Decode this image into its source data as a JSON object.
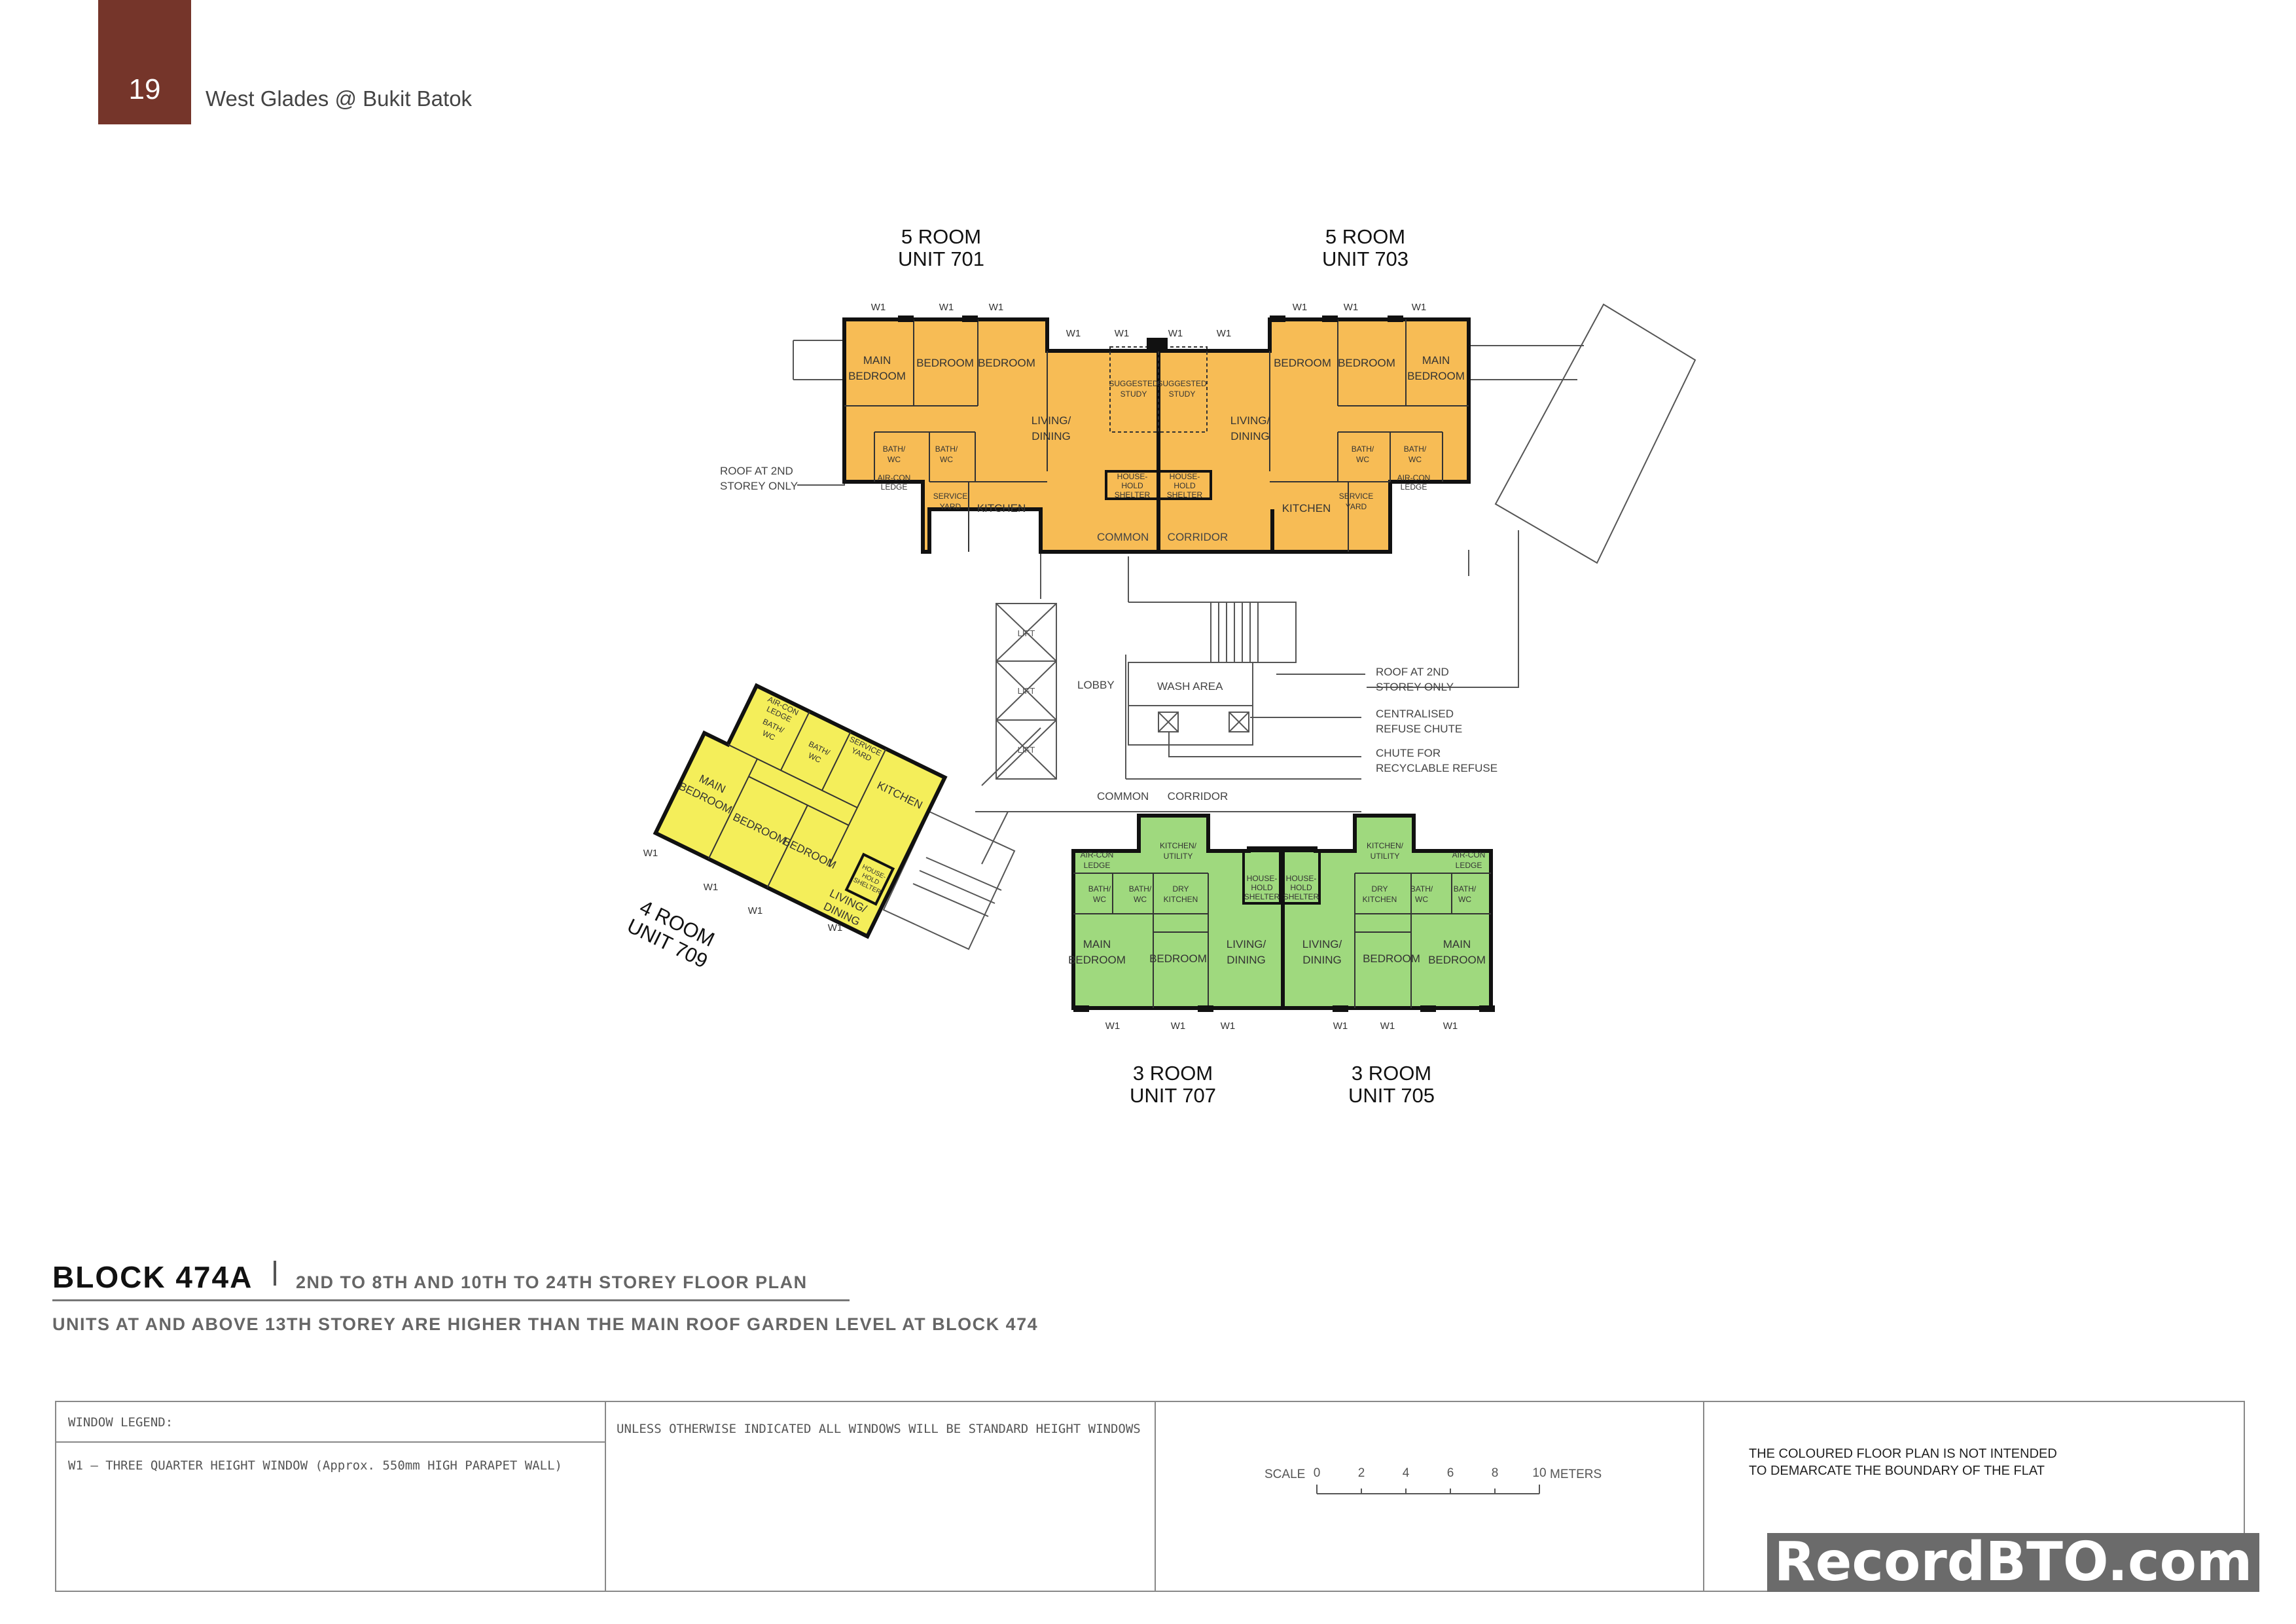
{
  "header": {
    "page_number": "19",
    "project_title": "West Glades @ Bukit Batok"
  },
  "units": {
    "u701": {
      "type": "5 ROOM",
      "unit": "UNIT 701"
    },
    "u703": {
      "type": "5 ROOM",
      "unit": "UNIT 703"
    },
    "u709": {
      "type": "4 ROOM",
      "unit": "UNIT 709"
    },
    "u707": {
      "type": "3 ROOM",
      "unit": "UNIT 707"
    },
    "u705": {
      "type": "3 ROOM",
      "unit": "UNIT 705"
    }
  },
  "rooms": {
    "main_bedroom": [
      "MAIN",
      "BEDROOM"
    ],
    "bedroom": "BEDROOM",
    "bath_wc": [
      "BATH/",
      "WC"
    ],
    "living_dining": [
      "LIVING/",
      "DINING"
    ],
    "kitchen": "KITCHEN",
    "service_yard": [
      "SERVICE",
      "YARD"
    ],
    "aircon_ledge": [
      "AIR-CON",
      "LEDGE"
    ],
    "suggested_study": [
      "SUGGESTED",
      "STUDY"
    ],
    "household_shelter": [
      "HOUSE-",
      "HOLD",
      "SHELTER"
    ],
    "kitchen_utility": [
      "KITCHEN/",
      "UTILITY"
    ],
    "dry_kitchen": [
      "DRY",
      "KITCHEN"
    ],
    "window_tag": "W1",
    "lift": "LIFT"
  },
  "common": {
    "corridor_top": "COMMON      CORRIDOR",
    "corridor_bottom": "COMMON      CORRIDOR",
    "lobby": "LOBBY",
    "wash_area": "WASH AREA"
  },
  "annotations": {
    "roof_left": [
      "ROOF AT 2ND",
      "STOREY ONLY"
    ],
    "roof_right": [
      "ROOF AT 2ND",
      "STOREY ONLY"
    ],
    "refuse_chute": [
      "CENTRALISED",
      "REFUSE CHUTE"
    ],
    "recycle_chute": [
      "CHUTE FOR",
      "RECYCLABLE REFUSE"
    ]
  },
  "block": {
    "title": "BLOCK 474A",
    "subtitle": "2ND TO 8TH AND 10TH TO 24TH STOREY FLOOR PLAN",
    "note": "UNITS AT AND ABOVE 13TH STOREY ARE HIGHER THAN THE MAIN ROOF GARDEN LEVEL AT BLOCK 474"
  },
  "legend": {
    "heading": "WINDOW  LEGEND:",
    "w1": "W1  –  THREE  QUARTER  HEIGHT  WINDOW  (Approx.  550mm  HIGH  PARAPET  WALL)",
    "standard_note": "UNLESS  OTHERWISE  INDICATED  ALL  WINDOWS  WILL  BE  STANDARD  HEIGHT  WINDOWS",
    "scale_label": "SCALE",
    "scale_ticks": [
      "0",
      "2",
      "4",
      "6",
      "8",
      "10"
    ],
    "scale_unit": "METERS",
    "disclaimer_1": "THE COLOURED FLOOR PLAN IS NOT INTENDED",
    "disclaimer_2": "TO DEMARCATE THE BOUNDARY OF THE FLAT"
  },
  "watermark": "RecordBTO.com",
  "colors": {
    "brand_tab": "#75352a",
    "five_room": "#f7bc55",
    "four_room": "#f4ee5a",
    "three_room": "#9fd97e",
    "wall": "#111111",
    "line": "#555555"
  }
}
